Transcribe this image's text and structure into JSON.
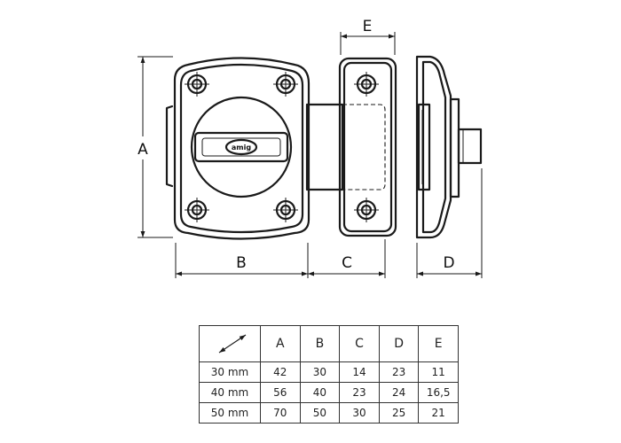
{
  "drawing": {
    "dimension_labels": {
      "a": "A",
      "b": "B",
      "c": "C",
      "d": "D",
      "e": "E"
    },
    "logo_text": "amig"
  },
  "table": {
    "headers": [
      "A",
      "B",
      "C",
      "D",
      "E"
    ],
    "rows": [
      {
        "size": "30 mm",
        "values": [
          "42",
          "30",
          "14",
          "23",
          "11"
        ]
      },
      {
        "size": "40 mm",
        "values": [
          "56",
          "40",
          "23",
          "24",
          "16,5"
        ]
      },
      {
        "size": "50 mm",
        "values": [
          "70",
          "50",
          "30",
          "25",
          "21"
        ]
      }
    ]
  }
}
